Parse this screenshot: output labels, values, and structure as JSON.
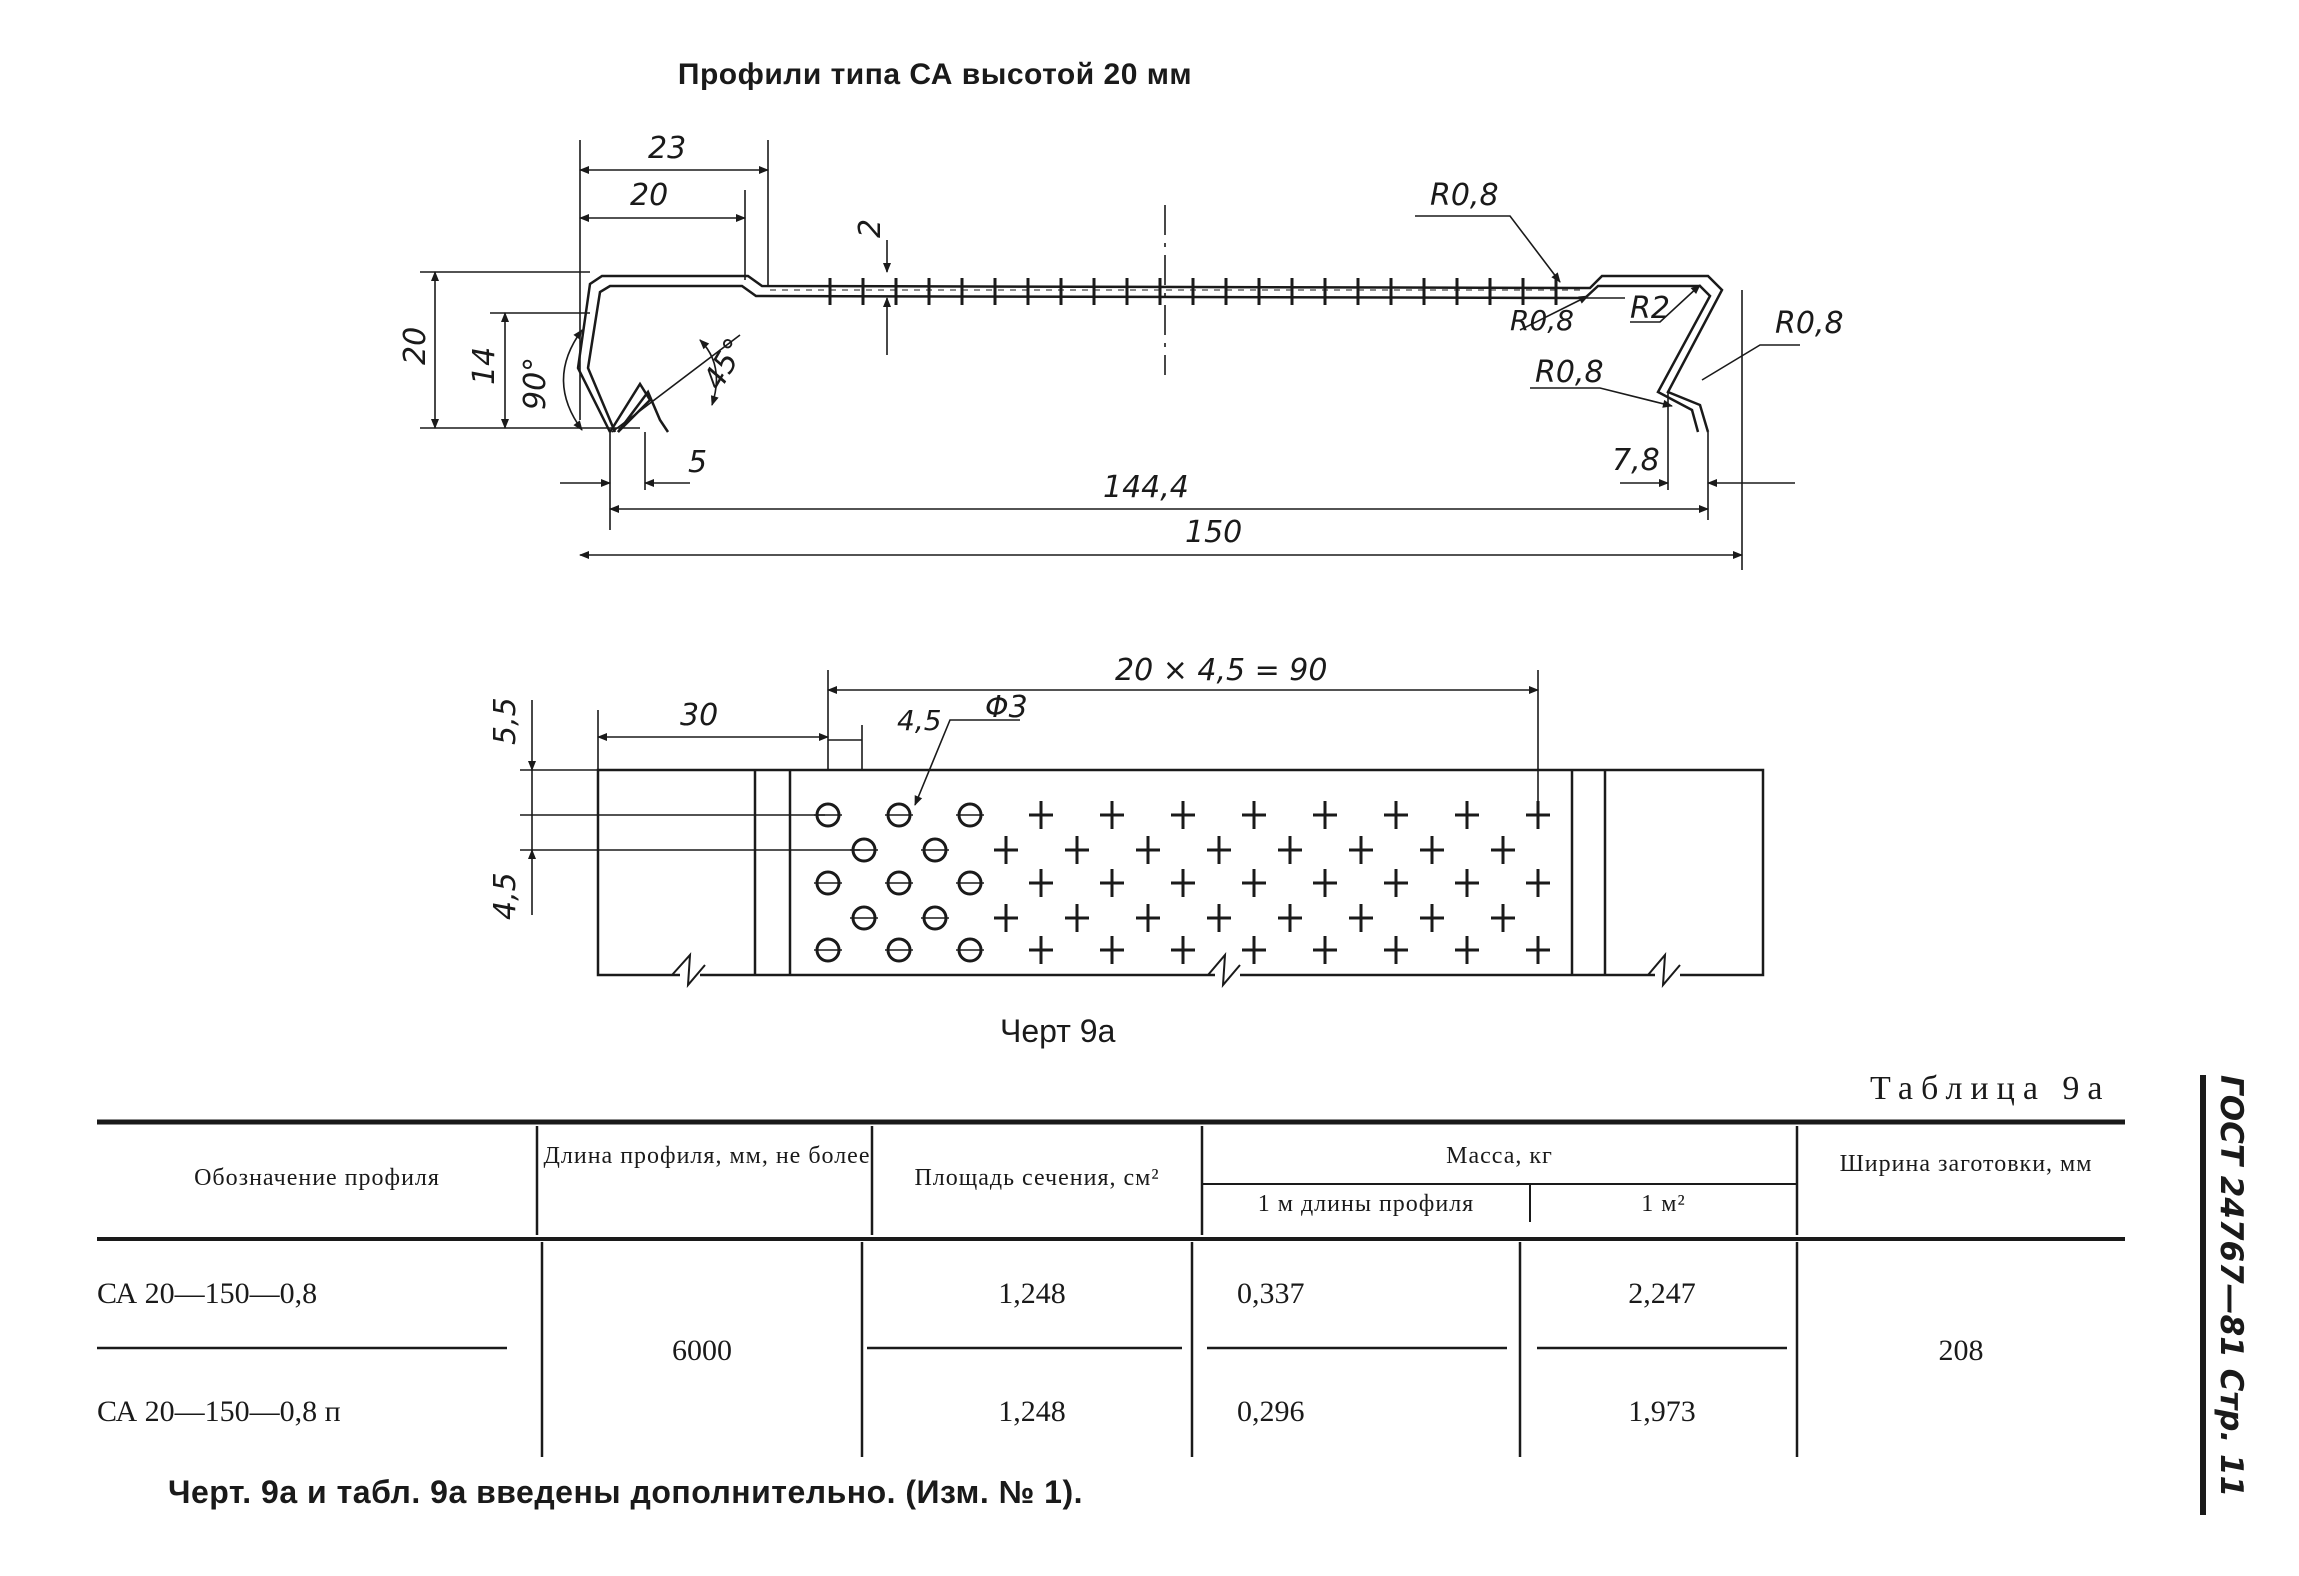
{
  "page_title": "Профили типа СА высотой 20 мм",
  "profile_drawing": {
    "dims": {
      "d23": "23",
      "d20_top": "20",
      "d2": "2",
      "r08_top": "R0,8",
      "r08_mid": "R0,8",
      "r2": "R2",
      "r08_right": "R0,8",
      "r08_low": "R0,8",
      "d20_height": "20",
      "d14": "14",
      "a90": "90°",
      "a45": "45°",
      "d5": "5",
      "d78": "7,8",
      "d1444": "144,4",
      "d150": "150"
    }
  },
  "perforation_drawing": {
    "dims": {
      "d90": "20 × 4,5 = 90",
      "d30": "30",
      "d45_h": "4,5",
      "phi3": "Φ3",
      "d55": "5,5",
      "d45_v": "4,5"
    }
  },
  "figure_caption": "Черт 9а",
  "table_label": "Таблица 9а",
  "table": {
    "headers": {
      "designation": "Обозначение профиля",
      "length": "Длина профиля, мм, не более",
      "area": "Площадь сечения, см²",
      "mass": "Масса, кг",
      "mass_per_m": "1 м длины профиля",
      "mass_per_m2": "1 м²",
      "blank_width": "Ширина заготовки, мм"
    },
    "rows": [
      {
        "designation": "СА 20—150—0,8",
        "area": "1,248",
        "mass_per_m": "0,337",
        "mass_per_m2": "2,247"
      },
      {
        "designation": "СА 20—150—0,8 п",
        "area": "1,248",
        "mass_per_m": "0,296",
        "mass_per_m2": "1,973"
      }
    ],
    "shared_length": "6000",
    "shared_blank_width": "208"
  },
  "footnote": "Черт. 9а и табл. 9а введены дополнительно. (Изм. № 1).",
  "side_label": "ГОСТ 24767—81 Стр. 11"
}
